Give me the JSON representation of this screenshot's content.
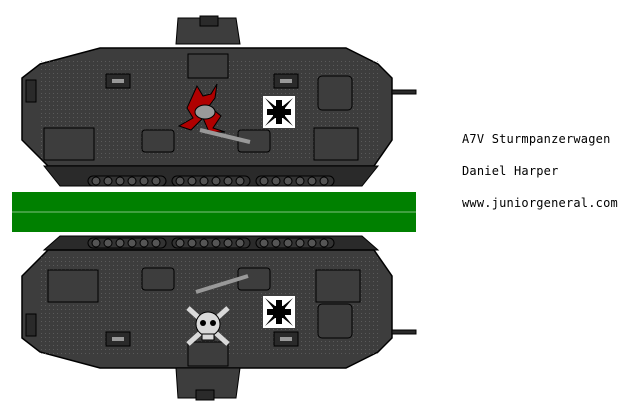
{
  "caption": {
    "title": "A7V Sturmpanzerwagen",
    "author": "Daniel Harper",
    "site": "www.juniorgeneral.com"
  },
  "colors": {
    "hull": "#3d3d3d",
    "hull_dark": "#2a2a2a",
    "outline": "#000000",
    "detail": "#6a6a6a",
    "strip": "#008000",
    "cross": "#000000",
    "devil": "#b00000",
    "skull": "#d9d9d9"
  },
  "icons": {
    "upper": [
      "iron-cross-icon",
      "devil-emblem-icon"
    ],
    "lower": [
      "iron-cross-icon",
      "skull-crossbones-icon"
    ]
  }
}
